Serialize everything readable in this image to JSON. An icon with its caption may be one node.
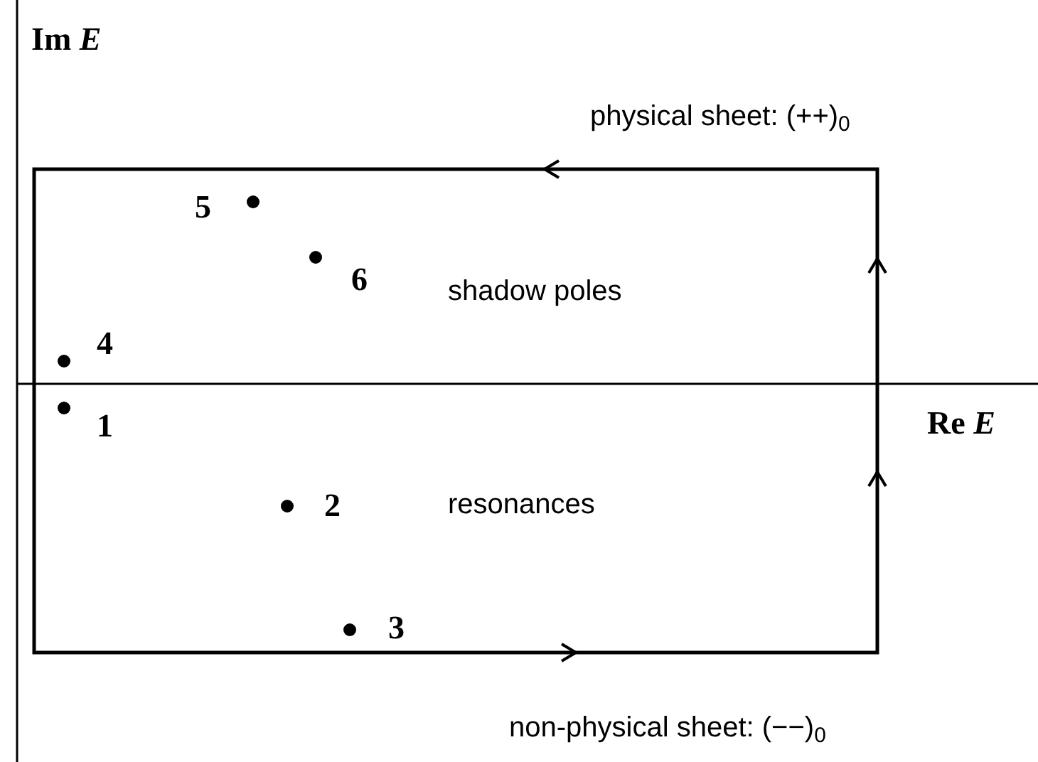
{
  "diagram": {
    "labels": [
      "Im *E*",
      "physical sheet: (++)$_{0}$",
      "5",
      "6",
      "shadow poles",
      "4",
      "1",
      "Re *E*",
      "2",
      "resonances",
      "3",
      "non-physical sheet: (−−)$_{0}$"
    ]
  }
}
